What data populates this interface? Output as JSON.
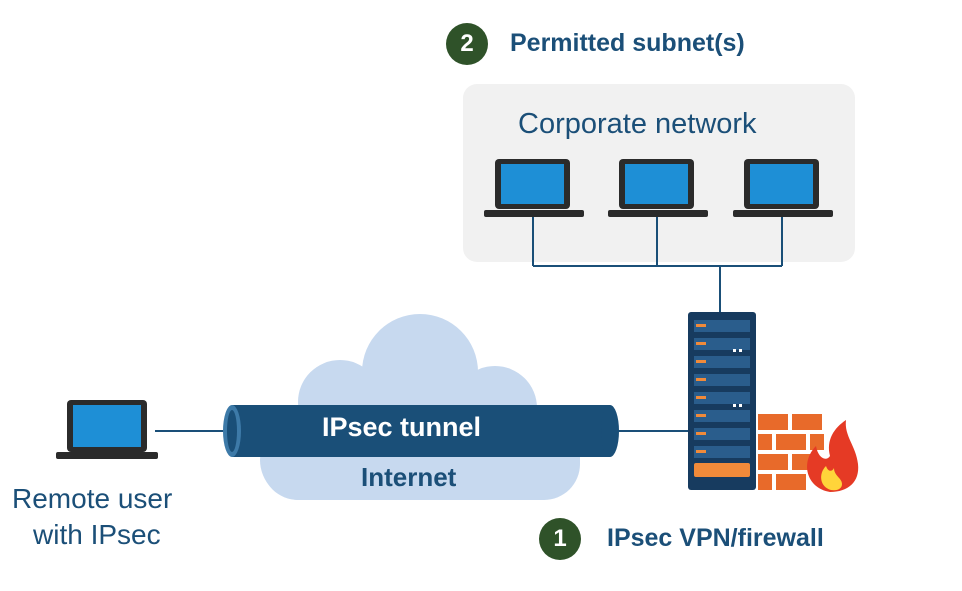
{
  "permitted": {
    "number": "2",
    "label": "Permitted subnet(s)"
  },
  "corporate": {
    "label": "Corporate network"
  },
  "tunnel": {
    "label": "IPsec tunnel"
  },
  "cloud": {
    "label": "Internet"
  },
  "remote": {
    "line1": "Remote user",
    "line2": "with IPsec"
  },
  "vpn": {
    "number": "1",
    "label": "IPsec VPN/firewall"
  },
  "colors": {
    "badge": "#2f5229",
    "title_text": "#1b4f78",
    "tunnel": "#1a4f78",
    "cloud": "#c7d9ef",
    "corporate_box": "#f1f1f1",
    "screen": "#1e8fd6",
    "firewall": "#e86a2a",
    "server": "#173b5f"
  }
}
